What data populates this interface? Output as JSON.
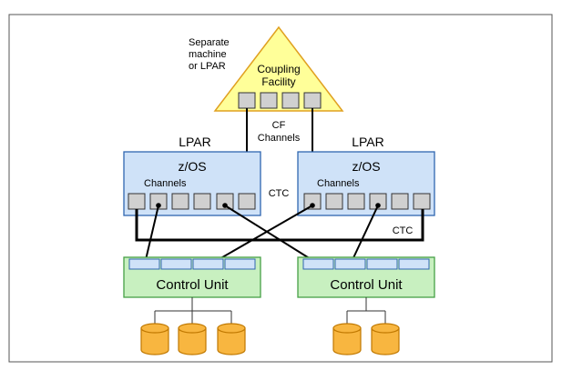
{
  "coupling_facility": {
    "side_note_line1": "Separate",
    "side_note_line2": "machine",
    "side_note_line3": "or LPAR",
    "title_line1": "Coupling",
    "title_line2": "Facility",
    "link_label_line1": "CF",
    "link_label_line2": "Channels"
  },
  "lpars": [
    {
      "heading": "LPAR",
      "os": "z/OS",
      "channels_label": "Channels"
    },
    {
      "heading": "LPAR",
      "os": "z/OS",
      "channels_label": "Channels"
    }
  ],
  "ctc_labels": [
    "CTC",
    "CTC"
  ],
  "control_units": [
    {
      "label": "Control Unit"
    },
    {
      "label": "Control Unit"
    }
  ],
  "colors": {
    "cf_fill": "#ffff99",
    "cf_stroke": "#e0a020",
    "lpar_fill": "#cfe2f8",
    "lpar_stroke": "#2f66b0",
    "cu_fill": "#c8f0c0",
    "cu_stroke": "#46a046",
    "port_fill": "#d0d0d0",
    "cu_port_fill": "#cfe2f8",
    "disk_fill": "#f8b640",
    "disk_stroke": "#c07800"
  },
  "icons": {
    "disk": "disk-cylinder-icon"
  }
}
